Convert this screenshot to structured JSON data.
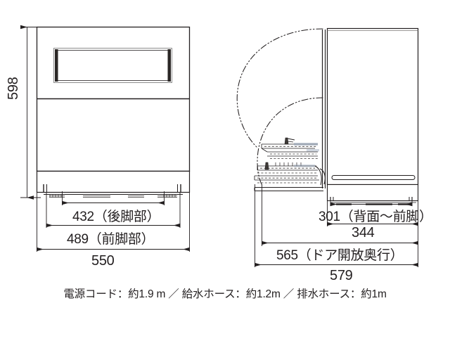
{
  "drawing": {
    "title": "dishwasher-dimension-drawing",
    "units": "mm",
    "views": [
      {
        "name": "front-view",
        "label": "front"
      },
      {
        "name": "side-view",
        "label": "side"
      }
    ],
    "colors": {
      "line": "#231f20",
      "background": "#ffffff",
      "accent": "#6f7f97"
    }
  },
  "front_view": {
    "height_label": "598",
    "overall_width_label": "550",
    "front_leg_label": "489（前脚部）",
    "rear_leg_label": "432（後脚部）"
  },
  "side_view": {
    "overall_depth_label": "579",
    "door_open_depth_label": "565（ドア開放奥行）",
    "body_depth_label": "344",
    "back_to_front_leg_label": "301（背面～前脚）"
  },
  "caption": {
    "text": "電源コード：約1.9 m ／ 給水ホース：約1.2m ／ 排水ホース：約1m"
  }
}
